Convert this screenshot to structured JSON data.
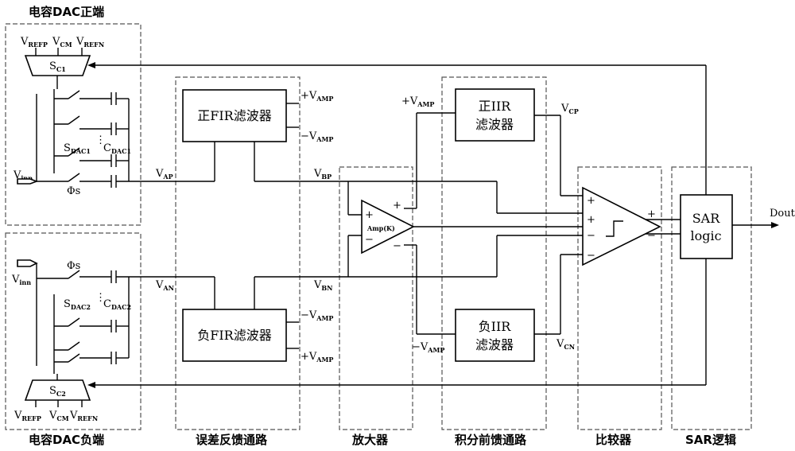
{
  "sections": {
    "dac_pos": "电容DAC正端",
    "dac_neg": "电容DAC负端",
    "error_feedback": "误差反馈通路",
    "amplifier": "放大器",
    "integral_ff": "积分前馈通路",
    "comparator": "比较器",
    "sar": "SAR逻辑"
  },
  "blocks": {
    "fir_pos": "正FIR滤波器",
    "fir_neg": "负FIR滤波器",
    "iir_pos_1": "正IIR",
    "iir_pos_2": "滤波器",
    "iir_neg_1": "负IIR",
    "iir_neg_2": "滤波器",
    "amp": "Amp(K)",
    "sar_1": "SAR",
    "sar_2": "logic"
  },
  "refs": {
    "v": "V",
    "refp": "REFP",
    "cm": "CM",
    "refn": "REFN",
    "sc1": "C1",
    "sc2": "C2",
    "s": "S",
    "sdac1": "DAC1",
    "sdac2": "DAC2",
    "c": "C",
    "cdac1": "DAC1",
    "cdac2": "DAC2",
    "phi_s": "Φs",
    "inp": "inp",
    "inn": "inn"
  },
  "nets": {
    "ap": "AP",
    "an": "AN",
    "bp": "BP",
    "bn": "BN",
    "cp": "CP",
    "cn": "CN",
    "amp_sub": "AMP",
    "plus_v": "+V",
    "minus_v": "−V",
    "plus": "+",
    "minus": "−",
    "dout": "Dout"
  }
}
